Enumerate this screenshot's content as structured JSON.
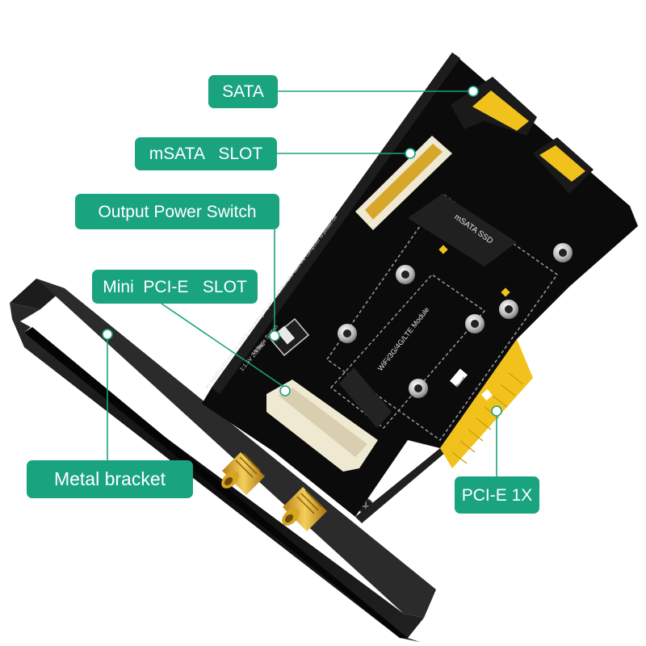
{
  "callouts": {
    "sata": "SATA",
    "msata_slot": "mSATA   SLOT",
    "output_power_switch": "Output Power Switch",
    "mini_pcie_slot": "Mini  PCI-E   SLOT",
    "metal_bracket": "Metal bracket",
    "pcie_1x": "PCI-E 1X"
  },
  "board": {
    "msata_ssd": "mSATA SSD",
    "wifi_module": "WiFi/3G/4G/LTE  Module",
    "attention_heading": "tention:",
    "attention_text": "en toggling the voltage switch according to your module,make sure the computer is power-off",
    "voltage_switch": "Voltage Switch",
    "voltage_values": "1:1.5V  2:3.3V",
    "rohs": "RoHS"
  },
  "colors": {
    "accent": "#19a37f",
    "pcb": "#0d0d0d",
    "gold": "#f2c21c",
    "connector": "#efe9d2",
    "bracket": "#111111"
  }
}
